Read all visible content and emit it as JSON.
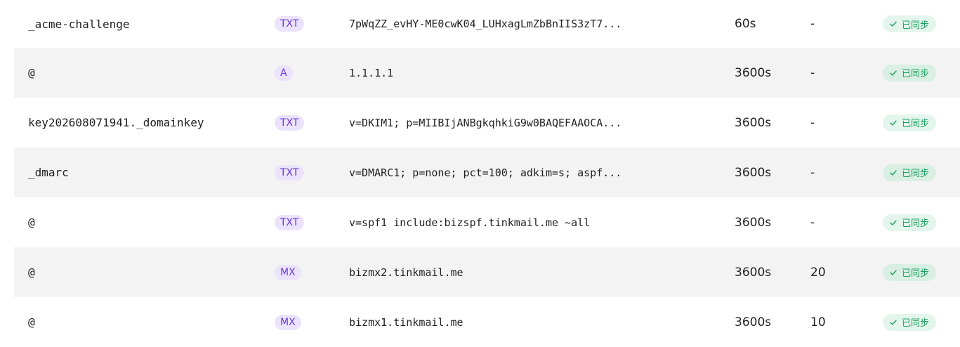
{
  "records": [
    {
      "host": "_acme-challenge",
      "type": "TXT",
      "value": "7pWqZZ_evHY-ME0cwK04_LUHxagLmZbBnIIS3zT7...",
      "ttl": "60s",
      "priority": "-",
      "status": "已同步"
    },
    {
      "host": "@",
      "type": "A",
      "value": "1.1.1.1",
      "ttl": "3600s",
      "priority": "-",
      "status": "已同步"
    },
    {
      "host": "key202608071941._domainkey",
      "type": "TXT",
      "value": "v=DKIM1; p=MIIBIjANBgkqhkiG9w0BAQEFAAOCA...",
      "ttl": "3600s",
      "priority": "-",
      "status": "已同步"
    },
    {
      "host": "_dmarc",
      "type": "TXT",
      "value": "v=DMARC1; p=none; pct=100; adkim=s; aspf...",
      "ttl": "3600s",
      "priority": "-",
      "status": "已同步"
    },
    {
      "host": "@",
      "type": "TXT",
      "value": "v=spf1 include:bizspf.tinkmail.me ~all",
      "ttl": "3600s",
      "priority": "-",
      "status": "已同步"
    },
    {
      "host": "@",
      "type": "MX",
      "value": "bizmx2.tinkmail.me",
      "ttl": "3600s",
      "priority": "20",
      "status": "已同步"
    },
    {
      "host": "@",
      "type": "MX",
      "value": "bizmx1.tinkmail.me",
      "ttl": "3600s",
      "priority": "10",
      "status": "已同步"
    }
  ],
  "icons": {
    "status": "check-icon"
  },
  "colors": {
    "type_badge_bg": "#ebe3fb",
    "type_badge_text": "#6a39d6",
    "status_badge_bg": "#e3f5ec",
    "status_badge_text": "#1e9e62",
    "row_stripe": "#f3f3f3"
  }
}
